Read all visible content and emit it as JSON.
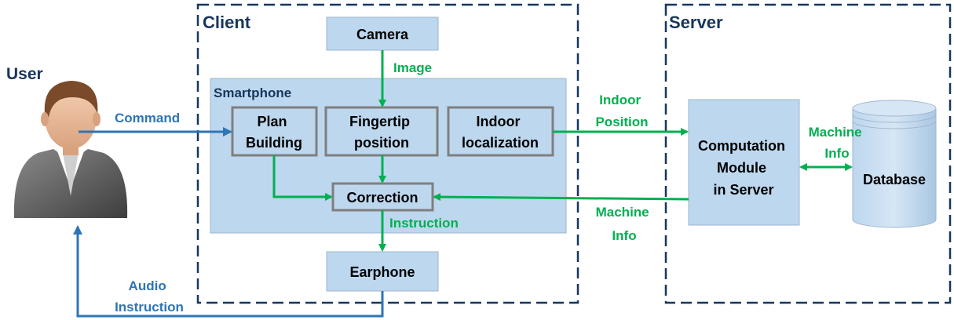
{
  "regions": {
    "client": "Client",
    "server": "Server"
  },
  "user": {
    "label": "User"
  },
  "smartphone": {
    "label": "Smartphone"
  },
  "boxes": {
    "camera": "Camera",
    "plan_building": [
      "Plan",
      "Building"
    ],
    "fingertip": [
      "Fingertip",
      "position"
    ],
    "indoor_localization": [
      "Indoor",
      "localization"
    ],
    "correction": "Correction",
    "earphone": "Earphone",
    "computation": [
      "Computation",
      "Module",
      "in Server"
    ],
    "database": "Database"
  },
  "edge_labels": {
    "image": "Image",
    "command": "Command",
    "indoor_position": [
      "Indoor",
      "Position"
    ],
    "machine_info_db": [
      "Machine",
      "Info"
    ],
    "machine_info_return": [
      "Machine",
      "Info"
    ],
    "instruction": "Instruction",
    "audio_instruction": [
      "Audio",
      "Instruction"
    ]
  },
  "colors": {
    "green_arrow": "#00b050",
    "blue_arrow": "#2e75b6",
    "box_fill": "#bdd7ee",
    "panel_fill": "#bdd7ee",
    "dashed_border": "#17365d",
    "title_color": "#17365d"
  },
  "icons": {
    "user": "person-avatar-icon"
  }
}
